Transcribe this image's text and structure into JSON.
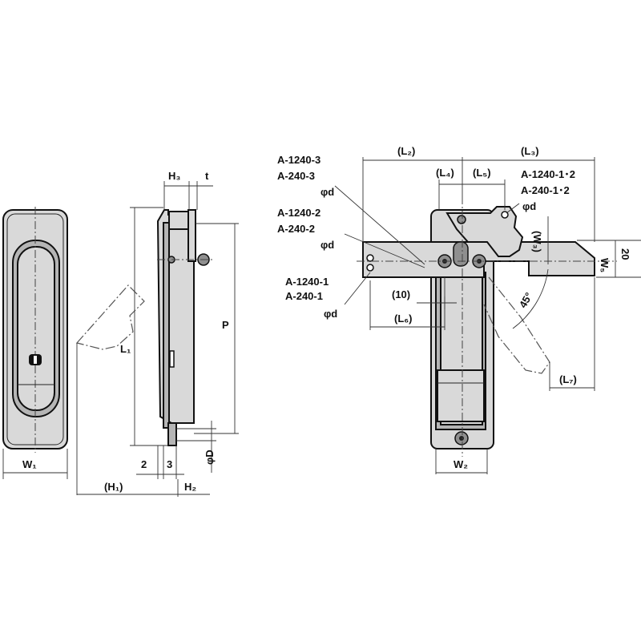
{
  "front_view": {
    "width_label": "W₁"
  },
  "side_view": {
    "labels": {
      "h3": "H₃",
      "t": "t",
      "l1": "L₁",
      "p": "P",
      "dim2": "2",
      "dim3": "3",
      "phi_d_upper": "φD",
      "h1": "(H₁)",
      "h2": "H₂"
    }
  },
  "rear_view": {
    "labels": {
      "l2": "(L₂)",
      "l3": "(L₃)",
      "l4": "(L₄)",
      "l5": "(L₅)",
      "w3": "(W₃)",
      "w5": "W₅",
      "dim20": "20",
      "angle": "45°",
      "dim10": "(10)",
      "l6": "(L₆)",
      "l7": "(L₇)",
      "w2": "W₂"
    },
    "callouts": {
      "model3_a": "A-1240-3",
      "model3_b": "A-240-3",
      "model3_d": "φd",
      "model2_a": "A-1240-2",
      "model2_b": "A-240-2",
      "model2_d": "φd",
      "model1_a": "A-1240-1",
      "model1_b": "A-240-1",
      "model1_d": "φd",
      "model12_a": "A-1240-1･2",
      "model12_b": "A-240-1･2",
      "model12_d": "φd"
    }
  }
}
